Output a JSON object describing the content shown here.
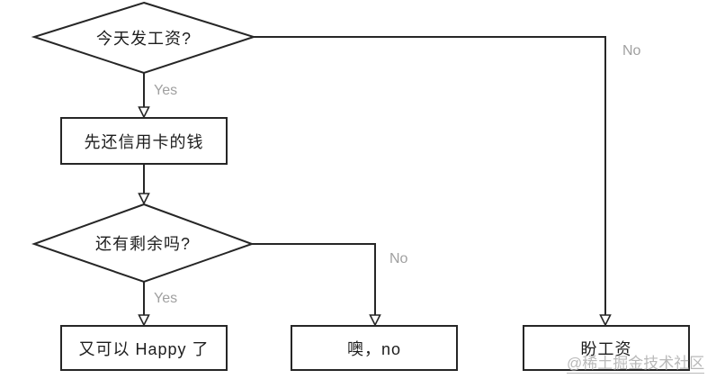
{
  "colors": {
    "line": "#262626",
    "node_text": "#1d1d1d",
    "edge_label": "#a0a0a0",
    "watermark": "#b9b9b9",
    "bg": "#ffffff"
  },
  "flowchart": {
    "title": "payday-decision-flowchart",
    "nodes": [
      {
        "id": "decision-payday",
        "type": "decision",
        "label": "今天发工资?"
      },
      {
        "id": "process-repay-credit-card",
        "type": "process",
        "label": "先还信用卡的钱"
      },
      {
        "id": "decision-surplus",
        "type": "decision",
        "label": "还有剩余吗?"
      },
      {
        "id": "process-happy",
        "type": "process",
        "label": "又可以 Happy 了"
      },
      {
        "id": "process-oh-no",
        "type": "process",
        "label": "噢，no"
      },
      {
        "id": "process-await-salary",
        "type": "process",
        "label": "盼工资"
      }
    ],
    "edges": [
      {
        "from": "decision-payday",
        "to": "process-repay-credit-card",
        "label": "Yes"
      },
      {
        "from": "decision-payday",
        "to": "process-await-salary",
        "label": "No"
      },
      {
        "from": "process-repay-credit-card",
        "to": "decision-surplus",
        "label": ""
      },
      {
        "from": "decision-surplus",
        "to": "process-happy",
        "label": "Yes"
      },
      {
        "from": "decision-surplus",
        "to": "process-oh-no",
        "label": "No"
      }
    ]
  },
  "watermark": {
    "text": "@稀土掘金技术社区"
  }
}
